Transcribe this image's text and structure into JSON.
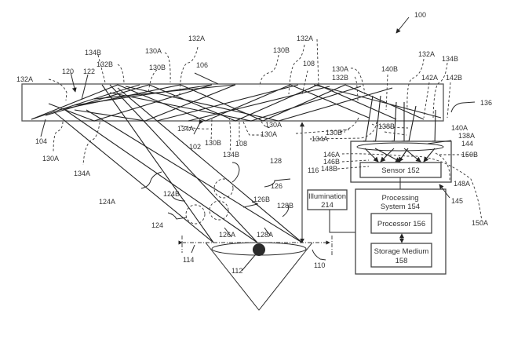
{
  "figure": {
    "type": "patent-diagram",
    "subject": "eye tracking waveguide system"
  },
  "labels": {
    "l100": "100",
    "l102": "102",
    "l104": "104",
    "l106": "106",
    "l108a": "108",
    "l108b": "108",
    "l110": "110",
    "l112": "112",
    "l114": "114",
    "l116": "116",
    "l120": "120",
    "l122": "122",
    "l124": "124",
    "l124A": "124A",
    "l124B": "124B",
    "l126": "126",
    "l126A": "126A",
    "l126B": "126B",
    "l128": "128",
    "l128A": "128A",
    "l128B": "128B",
    "l130A_1": "130A",
    "l130A_2": "130A",
    "l130A_3": "130A",
    "l130A_4": "130A",
    "l130A_5": "130A",
    "l130B_1": "130B",
    "l130B_2": "130B",
    "l130B_3": "130B",
    "l130B_4": "130B",
    "l132A_1": "132A",
    "l132A_2": "132A",
    "l132A_3": "132A",
    "l132A_4": "132A",
    "l132B_1": "132B",
    "l132B_2": "132B",
    "l134A_1": "134A",
    "l134A_2": "134A",
    "l134A_3": "134A",
    "l134B_1": "134B",
    "l134B_2": "134B",
    "l134B_3": "134B",
    "l136": "136",
    "l138A": "138A",
    "l138B": "138B",
    "l140A": "140A",
    "l140B": "140B",
    "l142A": "142A",
    "l142B": "142B",
    "l144": "144",
    "l145": "145",
    "l146A": "146A",
    "l146B": "146B",
    "l148A": "148A",
    "l148B": "148B",
    "l150A": "150A",
    "l150B": "150B"
  },
  "boxes": {
    "sensor": "Sensor 152",
    "illumination_line1": "Illumination",
    "illumination_line2": "214",
    "processing_line1": "Processing",
    "processing_line2": "System 154",
    "processor": "Processor 156",
    "storage_line1": "Storage Medium",
    "storage_line2": "158"
  }
}
